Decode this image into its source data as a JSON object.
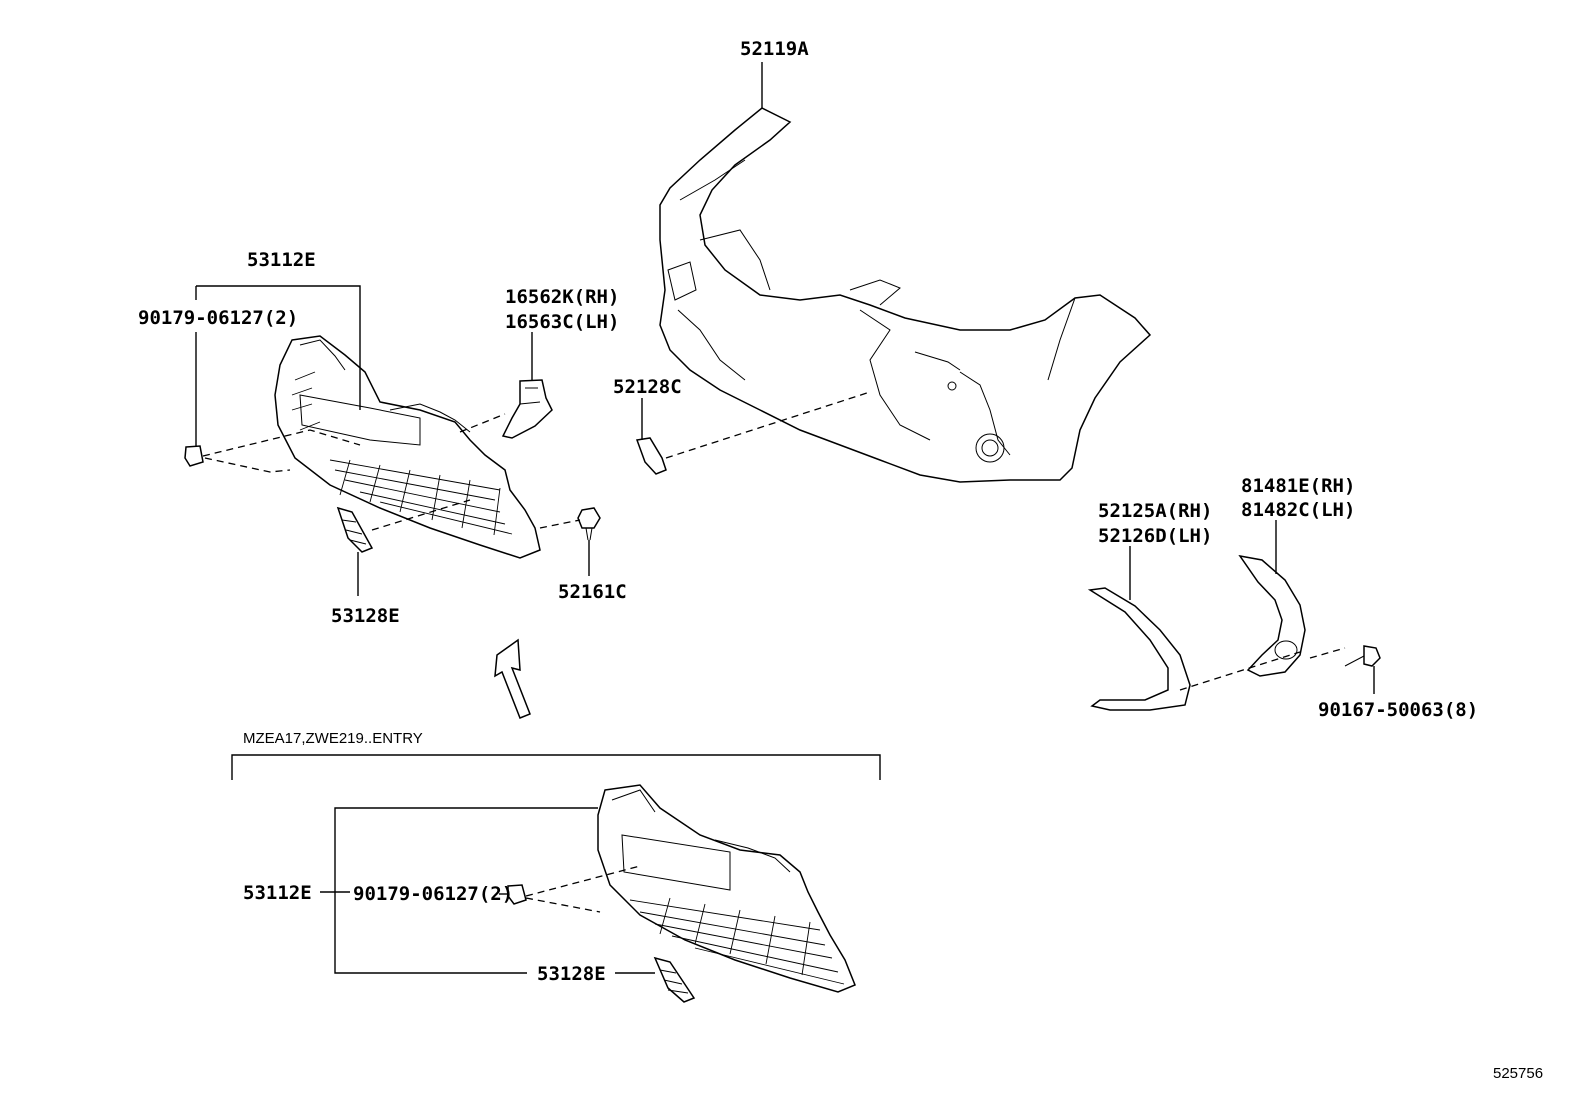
{
  "labels": {
    "bumper_cover": "52119A",
    "grille_top": "53112E",
    "clip_top": "90179-06127(2)",
    "bracket_rh": "16562K(RH)",
    "bracket_lh": "16563C(LH)",
    "reflector": "52128C",
    "insert_top": "53128E",
    "retainer": "52161C",
    "garnish_rh": "52125A(RH)",
    "garnish_lh": "52126D(LH)",
    "foglamp_cover_rh": "81481E(RH)",
    "foglamp_cover_lh": "81482C(LH)",
    "screw": "90167-50063(8)",
    "variant_note": "MZEA17,ZWE219..ENTRY",
    "grille_bottom": "53112E",
    "clip_bottom": "90179-06127(2)",
    "insert_bottom": "53128E",
    "diagram_id": "525756"
  }
}
